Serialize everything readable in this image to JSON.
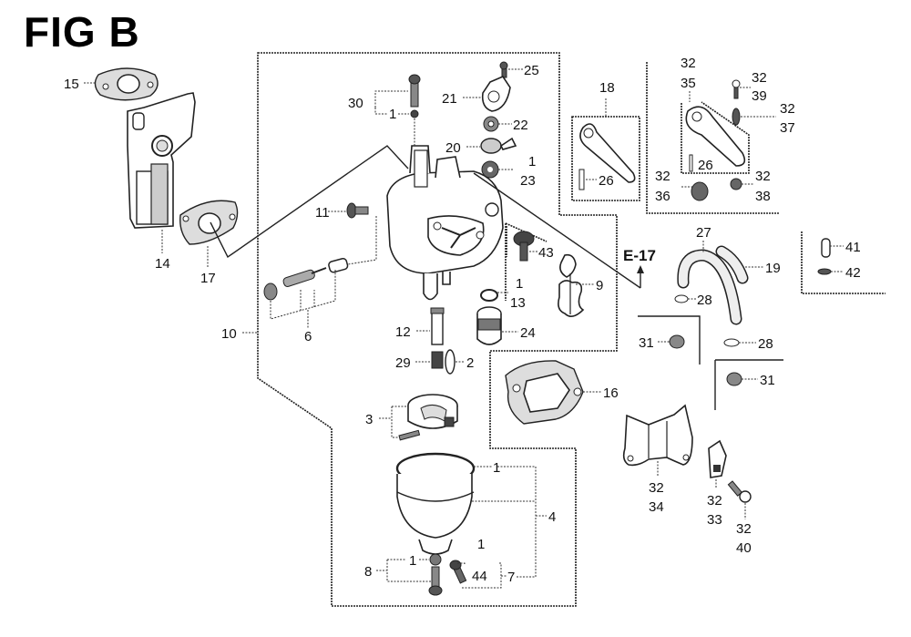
{
  "figure": {
    "title": "FIG B",
    "reference_label": "E-17"
  },
  "callouts": {
    "c15": "15",
    "c14": "14",
    "c17": "17",
    "c30": "30",
    "c30_1": "1",
    "c25": "25",
    "c21": "21",
    "c22": "22",
    "c20": "20",
    "c23_1": "1",
    "c23": "23",
    "c11": "11",
    "c43": "43",
    "c13_1": "1",
    "c13": "13",
    "c9": "9",
    "c10": "10",
    "c6": "6",
    "c12": "12",
    "c29": "29",
    "c2": "2",
    "c24": "24",
    "c16": "16",
    "c3": "3",
    "c4_1": "1",
    "c4": "4",
    "c8": "8",
    "c8_1": "1",
    "c44_1": "1",
    "c44": "44",
    "c7": "7",
    "c18": "18",
    "c18_26": "26",
    "c35_32": "32",
    "c35": "35",
    "c39_32": "32",
    "c39": "39",
    "c37_32": "32",
    "c37": "37",
    "c35_26": "26",
    "c36_32": "32",
    "c36": "36",
    "c38_32": "32",
    "c38": "38",
    "c27": "27",
    "c19": "19",
    "c28a": "28",
    "c28b": "28",
    "c41": "41",
    "c42": "42",
    "c31a": "31",
    "c31b": "31",
    "c34_32": "32",
    "c34": "34",
    "c33_32": "32",
    "c33": "33",
    "c40_32": "32",
    "c40": "40"
  }
}
